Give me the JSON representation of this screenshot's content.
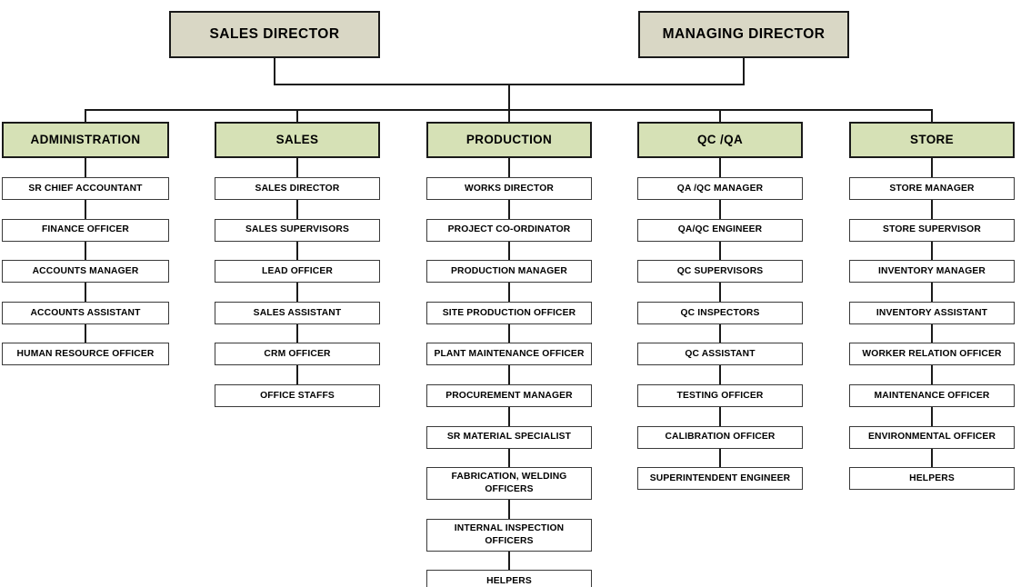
{
  "chart": {
    "title": "Company Organization Chart",
    "colors": {
      "executive_fill": "#d9d7c5",
      "department_fill": "#d6e1b6",
      "role_fill": "#ffffff",
      "border": "#1a1a1a",
      "text": "#000000",
      "background": "#ffffff"
    },
    "executives": [
      {
        "label": "SALES DIRECTOR"
      },
      {
        "label": "MANAGING DIRECTOR"
      }
    ],
    "departments": [
      {
        "label": "ADMINISTRATION",
        "roles": [
          "SR CHIEF ACCOUNTANT",
          "FINANCE OFFICER",
          "ACCOUNTS MANAGER",
          "ACCOUNTS ASSISTANT",
          "HUMAN RESOURCE OFFICER"
        ]
      },
      {
        "label": "SALES",
        "roles": [
          "SALES DIRECTOR",
          "SALES SUPERVISORS",
          "LEAD OFFICER",
          "SALES ASSISTANT",
          "CRM OFFICER",
          "OFFICE STAFFS"
        ]
      },
      {
        "label": "PRODUCTION",
        "roles": [
          "WORKS DIRECTOR",
          "PROJECT CO-ORDINATOR",
          "PRODUCTION MANAGER",
          "SITE PRODUCTION OFFICER",
          "PLANT MAINTENANCE OFFICER",
          "PROCUREMENT MANAGER",
          "SR MATERIAL SPECIALIST",
          "FABRICATION, WELDING OFFICERS",
          "INTERNAL INSPECTION OFFICERS",
          "HELPERS"
        ]
      },
      {
        "label": "QC /QA",
        "roles": [
          "QA /QC  MANAGER",
          "QA/QC ENGINEER",
          "QC SUPERVISORS",
          "QC INSPECTORS",
          "QC ASSISTANT",
          "TESTING OFFICER",
          "CALIBRATION OFFICER",
          "SUPERINTENDENT ENGINEER"
        ]
      },
      {
        "label": "STORE",
        "roles": [
          "STORE MANAGER",
          "STORE SUPERVISOR",
          "INVENTORY MANAGER",
          "INVENTORY ASSISTANT",
          "WORKER RELATION OFFICER",
          "MAINTENANCE OFFICER",
          "ENVIRONMENTAL OFFICER",
          "HELPERS"
        ]
      }
    ]
  }
}
